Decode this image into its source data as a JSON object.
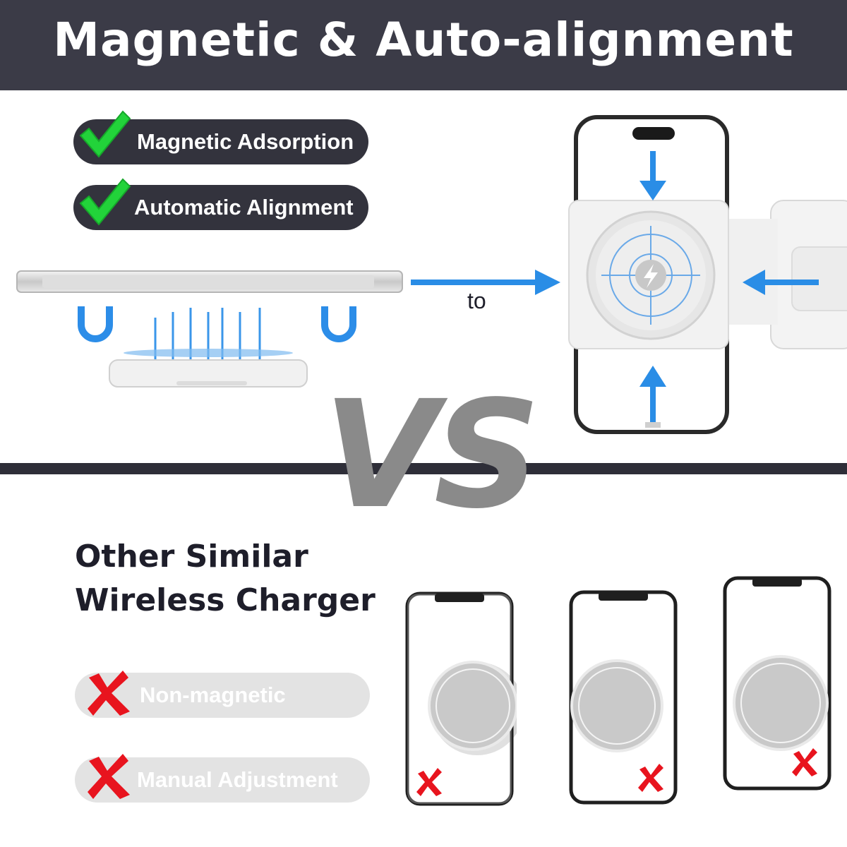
{
  "header": {
    "title": "Magnetic & Auto-alignment"
  },
  "features_good": [
    {
      "label": "Magnetic Adsorption",
      "icon": "check-icon"
    },
    {
      "label": "Automatic Alignment",
      "icon": "check-icon"
    }
  ],
  "connector": {
    "label": "to"
  },
  "vs": {
    "label": "VS"
  },
  "comparison": {
    "heading_line1": "Other Similar",
    "heading_line2": "Wireless Charger"
  },
  "features_bad": [
    {
      "label": "Non-magnetic",
      "icon": "cross-icon"
    },
    {
      "label": "Manual Adjustment",
      "icon": "cross-icon"
    }
  ],
  "colors": {
    "header_bg": "#3b3b47",
    "pill_dark": "#33333d",
    "pill_light": "#e3e3e3",
    "check": "#22d33a",
    "cross": "#e8141e",
    "arrow": "#2a8de6"
  }
}
